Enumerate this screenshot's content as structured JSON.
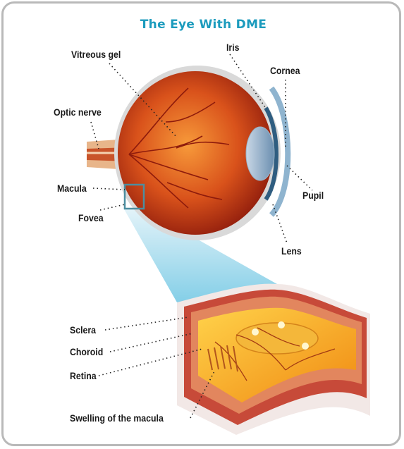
{
  "title": "The Eye With DME",
  "eye_labels": {
    "vitreous_gel": "Vitreous gel",
    "iris": "Iris",
    "cornea": "Cornea",
    "optic_nerve": "Optic nerve",
    "macula": "Macula",
    "fovea": "Fovea",
    "pupil": "Pupil",
    "lens": "Lens"
  },
  "detail_labels": {
    "sclera": "Sclera",
    "choroid": "Choroid",
    "retina": "Retina",
    "swelling": "Swelling of the macula"
  },
  "colors": {
    "title": "#1b9bbd",
    "eye_inner": "#d9521b",
    "eye_outer": "#8e1b0c",
    "lens": "#6b8fb0",
    "highlight_box": "#4d8ea0",
    "retina_yellow": "#f7a51c",
    "sclera_band": "#c74a39"
  }
}
